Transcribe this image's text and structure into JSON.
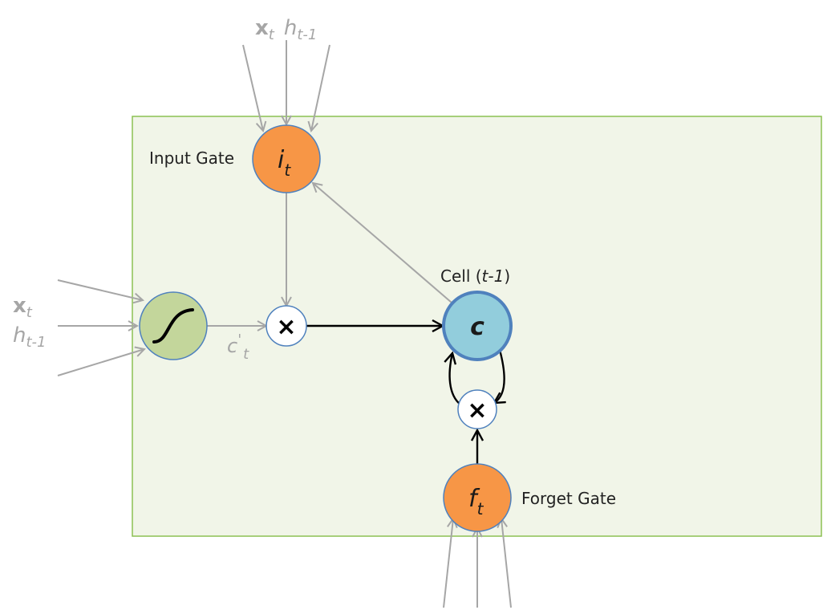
{
  "labels": {
    "input_gate": "Input Gate",
    "forget_gate": "Forget Gate",
    "cell": "Cell (",
    "cell_time": "t-1",
    "cell_close": ")"
  },
  "nodes": {
    "input_gate": {
      "symbol": "i",
      "sub": "t"
    },
    "forget_gate": {
      "symbol": "f",
      "sub": "t"
    },
    "cell": {
      "symbol": "c"
    },
    "candidate": {
      "symbol": "c",
      "prime": "'",
      "sub": "t"
    },
    "multiply_symbol": "×"
  },
  "inputs": {
    "x": "x",
    "x_sub": "t",
    "h": "h",
    "h_sub": "t-1"
  },
  "colors": {
    "panel_fill": "#f1f5e8",
    "panel_stroke": "#8cc152",
    "gate_fill": "#f79646",
    "gate_stroke": "#4f81bd",
    "sigmoid_fill": "#c3d69b",
    "cell_fill": "#92cddc",
    "cell_stroke": "#4f81bd",
    "gray_arrow": "#a6a6a6",
    "black_arrow": "#000000"
  },
  "icons": {
    "sigmoid": "sigmoid-curve-icon",
    "multiply": "multiply-icon"
  }
}
